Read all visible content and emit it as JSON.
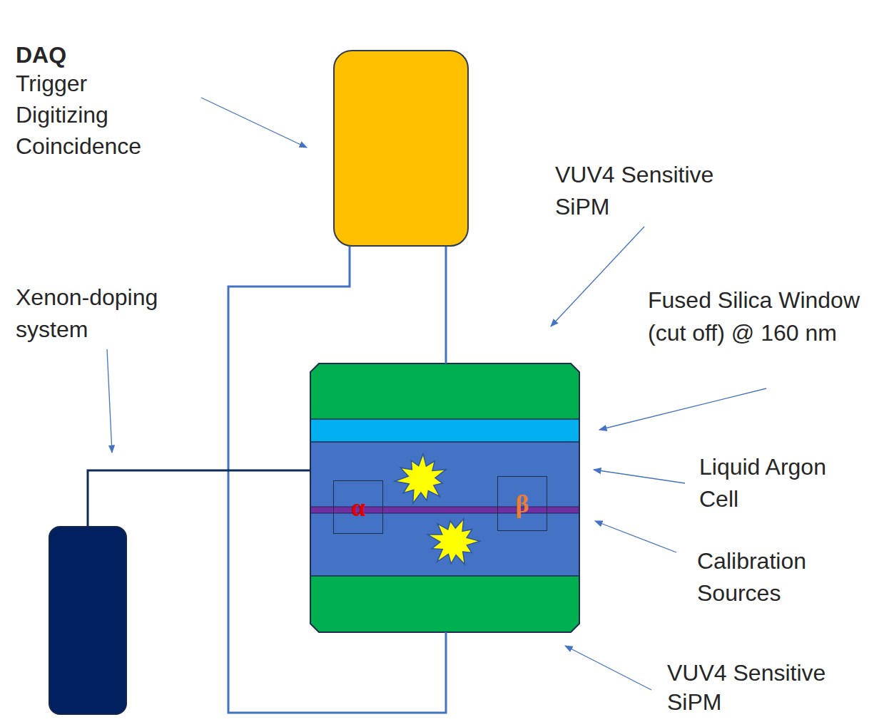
{
  "diagram": {
    "nodes": [
      {
        "text": [
          "DAQ",
          "Trigger Digitizing Coincidence"
        ]
      },
      {
        "text": [
          "VUV4 Sensitive SiPM"
        ]
      },
      {
        "text": [
          "Fused Silica Window (cut off) @ 160 nm"
        ]
      },
      {
        "text": [
          "Liquid Argon Cell"
        ]
      },
      {
        "text": [
          "Calibration Sources"
        ],
        "in": 3
      },
      {
        "text": [
          "α"
        ],
        "in": 3
      },
      {
        "text": [
          "β"
        ],
        "in": 3
      },
      {
        "text": [
          "VUV4 Sensitive SiPM"
        ]
      },
      {
        "text": [
          "Xenon-doping system"
        ]
      }
    ],
    "edges": [
      {
        "from": 0,
        "to": 1,
        "arrow": "none"
      },
      {
        "from": 0,
        "to": 7,
        "arrow": "none"
      },
      {
        "from": 8,
        "to": 3,
        "arrow": "none"
      }
    ]
  }
}
